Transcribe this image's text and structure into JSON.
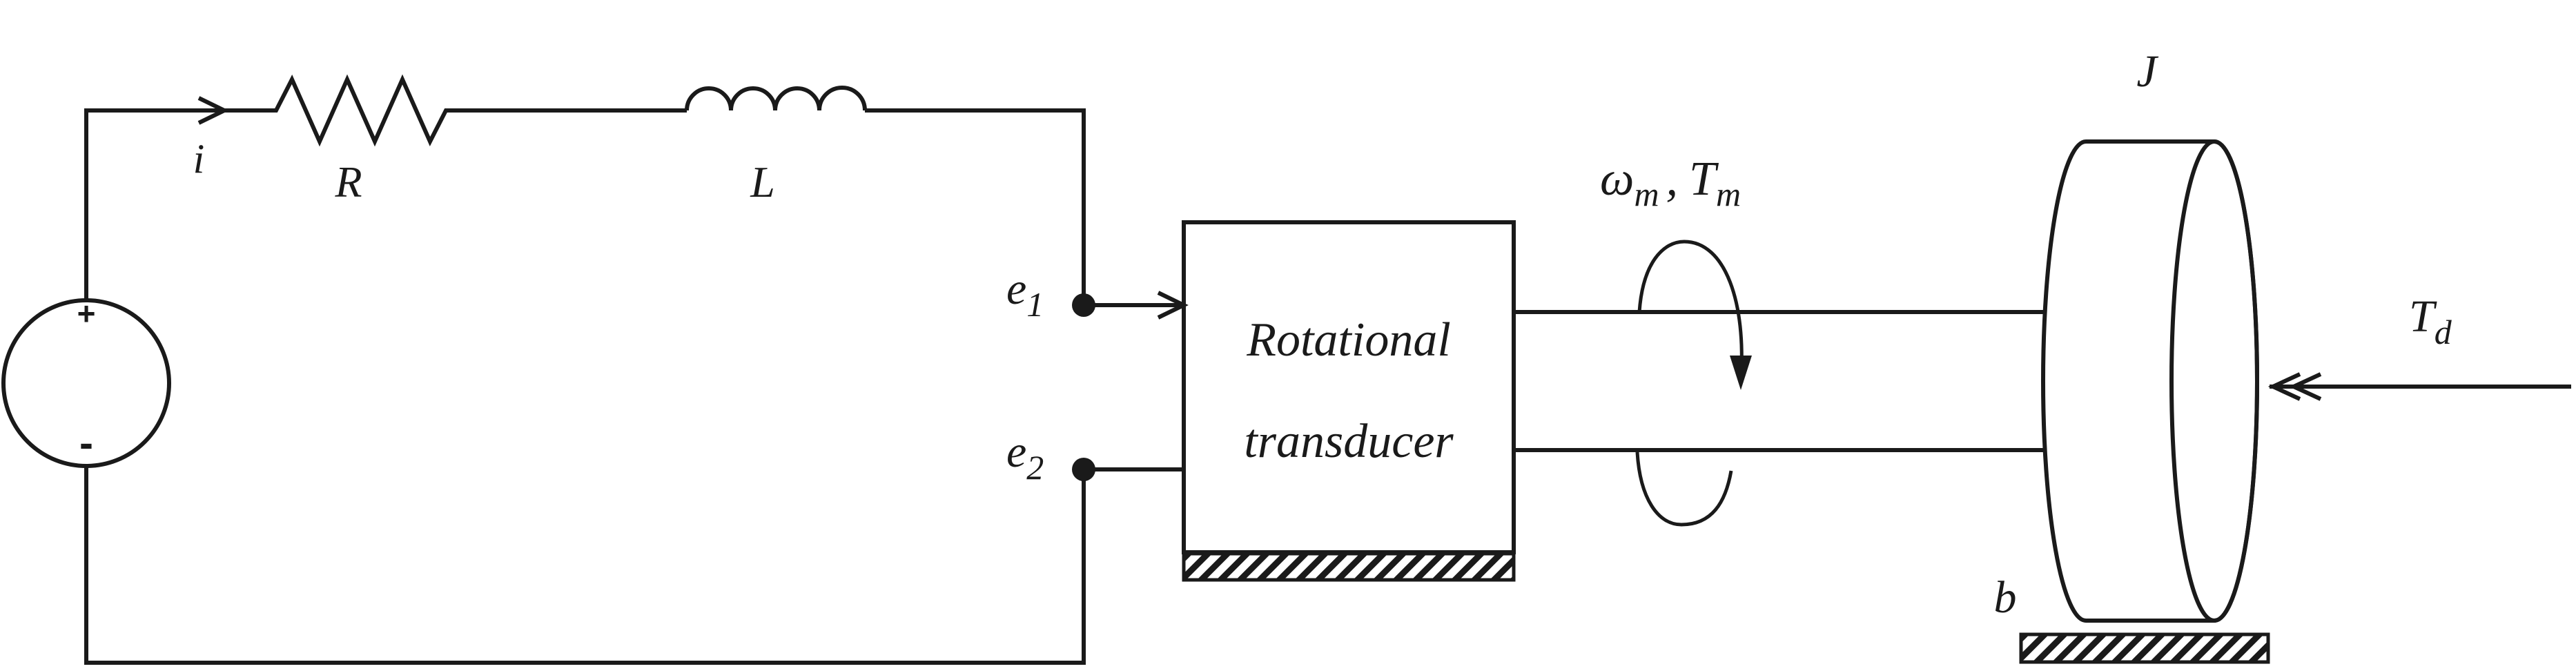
{
  "source": {
    "plus": "+",
    "minus": "-"
  },
  "current": {
    "label": "i"
  },
  "resistor": {
    "label": "R"
  },
  "inductor": {
    "label": "L"
  },
  "terminals": {
    "e1": "e",
    "e1_sub": "1",
    "e2": "e",
    "e2_sub": "2"
  },
  "transducer": {
    "line1": "Rotational",
    "line2": "transducer"
  },
  "shaft": {
    "omega": "ω",
    "omega_sub": "m",
    "sep": ",",
    "torque": "T",
    "torque_sub": "m"
  },
  "load": {
    "inertia": "J",
    "damping": "b"
  },
  "disturbance": {
    "label": "T",
    "sub": "d"
  }
}
